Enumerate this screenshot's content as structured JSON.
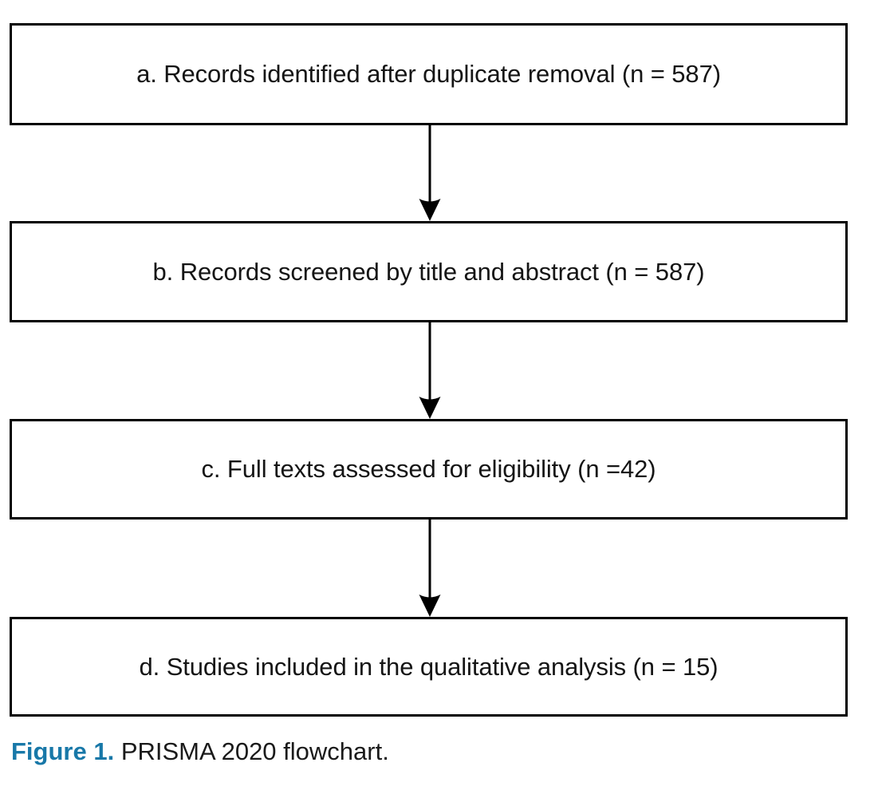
{
  "figure": {
    "caption_lead": "Figure 1.",
    "caption_text": "PRISMA 2020 flowchart.",
    "caption_accent_color": "#1878a8",
    "background_color": "#ffffff",
    "border_color": "#000000",
    "text_color": "#151515"
  },
  "chart_data": {
    "type": "diagram",
    "diagram_type": "prisma-2020-flowchart",
    "title": "PRISMA 2020 flowchart",
    "orientation": "vertical",
    "nodes": [
      {
        "id": "a",
        "label": "a. Records identified after duplicate removal (n = 587)",
        "stage": "identification",
        "count": 587
      },
      {
        "id": "b",
        "label": "b. Records screened by title and abstract (n = 587)",
        "stage": "screening",
        "count": 587
      },
      {
        "id": "c",
        "label": "c. Full texts assessed for eligibility (n =42)",
        "stage": "eligibility",
        "count": 42
      },
      {
        "id": "d",
        "label": "d. Studies included in the qualitative analysis (n = 15)",
        "stage": "included",
        "count": 15
      }
    ],
    "edges": [
      {
        "id": "a-b",
        "from": "a",
        "to": "b",
        "style": "solid-arrow-down"
      },
      {
        "id": "b-c",
        "from": "b",
        "to": "c",
        "style": "solid-arrow-down"
      },
      {
        "id": "c-d",
        "from": "c",
        "to": "d",
        "style": "solid-arrow-down"
      }
    ]
  }
}
